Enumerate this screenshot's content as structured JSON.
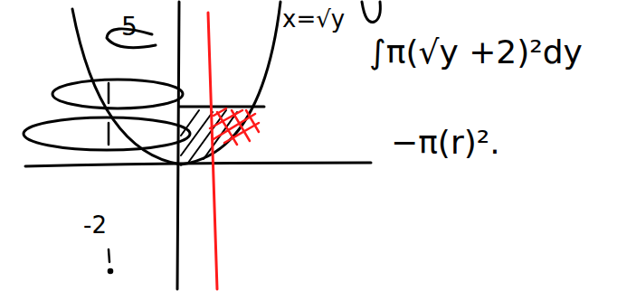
{
  "diagram": {
    "labels": [
      "5",
      "-2",
      "x=√y",
      "∫π(√y +2)²dy",
      "−π(r)²."
    ]
  }
}
